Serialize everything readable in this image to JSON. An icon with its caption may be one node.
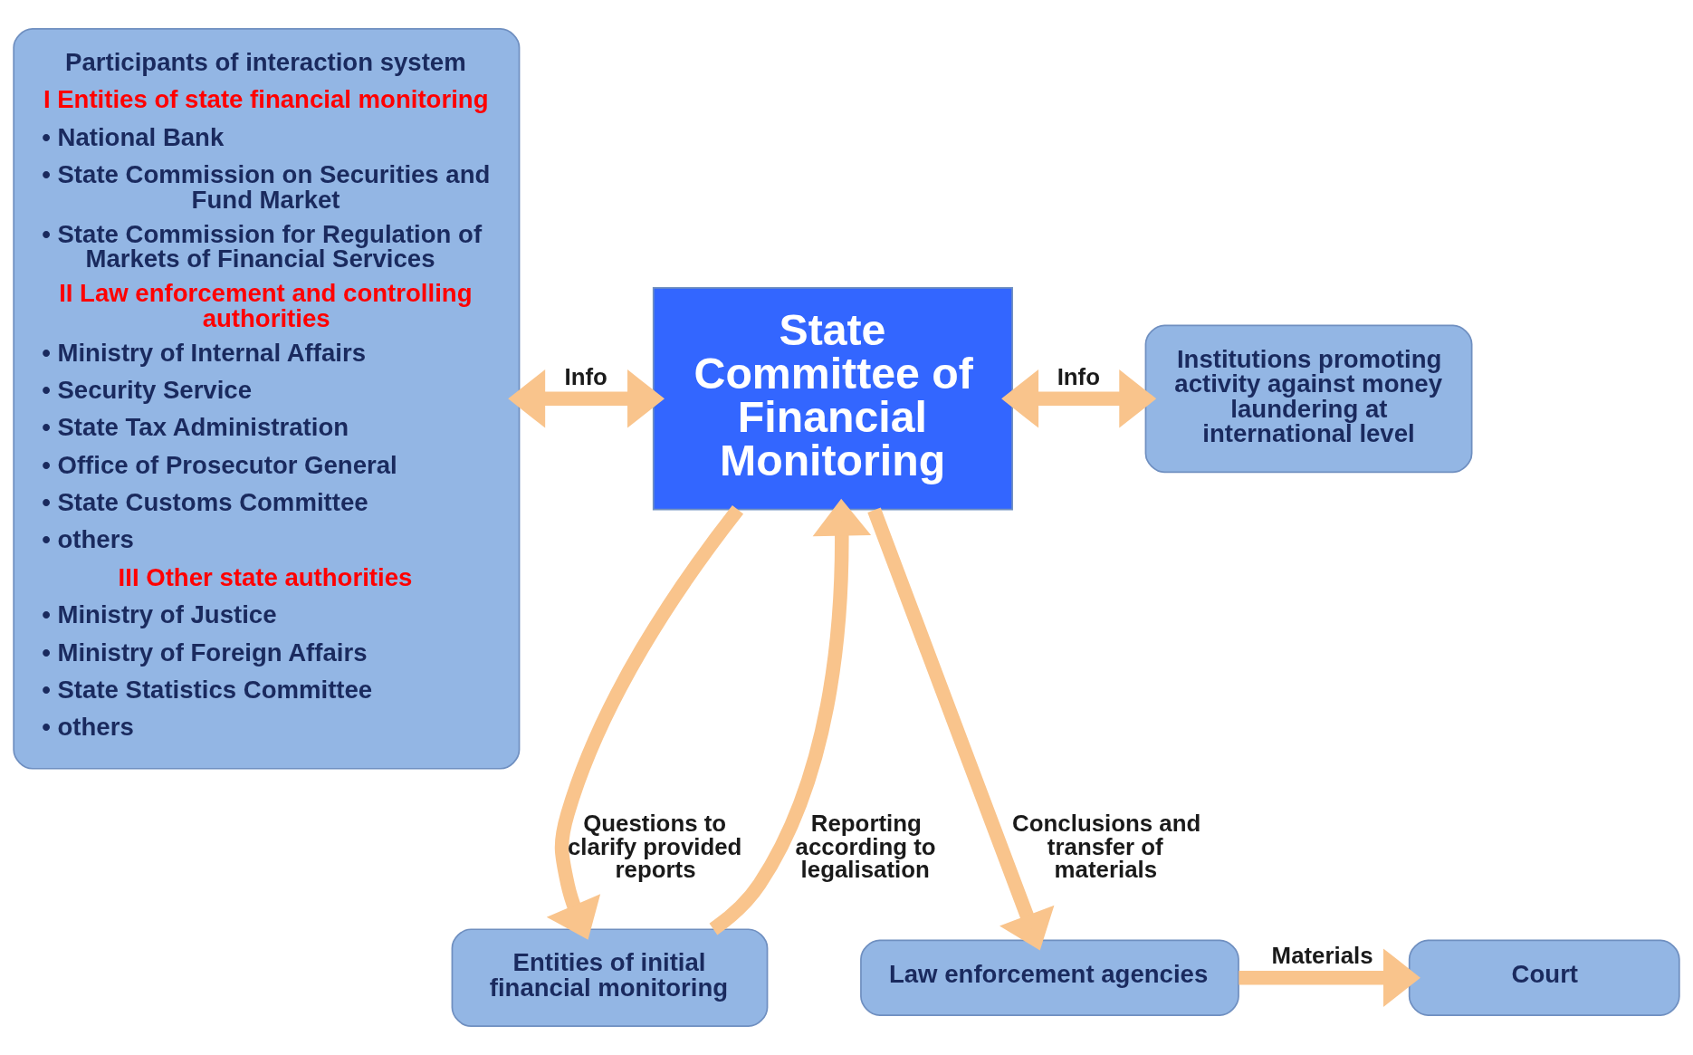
{
  "diagram": {
    "nodes": [
      {
        "text": [
          "Participants of interaction system",
          "I Entities of state financial monitoring",
          "• National Bank",
          "• State Commission on Securities and Fund Market",
          "• State Commission for Regulation of Markets of Financial Services",
          "II Law enforcement and controlling authorities",
          "• Ministry of Internal Affairs",
          "• Security Service",
          "• State Tax Administration",
          "• Office of Prosecutor General",
          "• State Customs Committee",
          "• others",
          "III Other state authorities",
          "• Ministry of Justice",
          "• Ministry of Foreign Affairs",
          "• State Statistics Committee",
          "• others"
        ]
      },
      {
        "text": [
          "Entities of initial financial monitoring"
        ]
      },
      {
        "text": [
          "State Committee of Financial Monitoring"
        ]
      },
      {
        "text": [
          "Institutions promoting activity against money laundering at international level"
        ]
      },
      {
        "text": [
          "Law enforcement agencies"
        ]
      },
      {
        "text": [
          "Court"
        ]
      }
    ],
    "edges": [
      {
        "from": 1,
        "to": 2,
        "arrow": "to",
        "label": "Reporting according to legalisation"
      },
      {
        "from": 2,
        "to": 1,
        "arrow": "to",
        "label": "Questions to clarify provided reports"
      },
      {
        "from": 0,
        "to": 2,
        "arrow": "both",
        "label": "Info"
      },
      {
        "from": 2,
        "to": 3,
        "arrow": "both",
        "label": "Info"
      },
      {
        "from": 2,
        "to": 4,
        "arrow": "to",
        "label": "Conclusions and transfer of materials"
      },
      {
        "from": 4,
        "to": 5,
        "arrow": "to",
        "label": "Materials"
      }
    ]
  }
}
